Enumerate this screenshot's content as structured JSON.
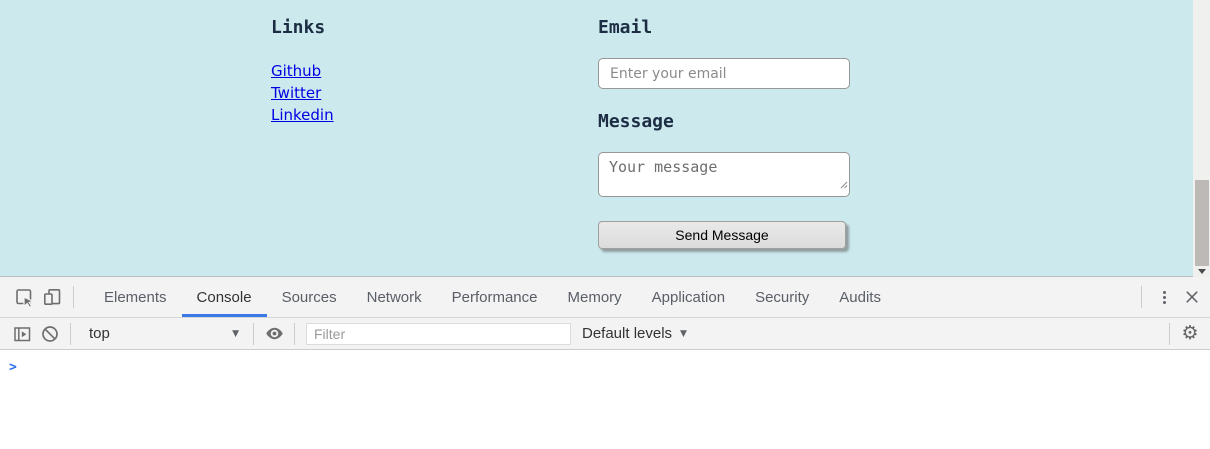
{
  "page": {
    "links": {
      "heading": "Links",
      "items": [
        {
          "label": "Github"
        },
        {
          "label": "Twitter"
        },
        {
          "label": "Linkedin"
        }
      ]
    },
    "form": {
      "email_heading": "Email",
      "email_placeholder": "Enter your email",
      "message_heading": "Message",
      "message_placeholder": "Your message",
      "submit_label": "Send Message"
    }
  },
  "devtools": {
    "tabs": [
      {
        "label": "Elements"
      },
      {
        "label": "Console"
      },
      {
        "label": "Sources"
      },
      {
        "label": "Network"
      },
      {
        "label": "Performance"
      },
      {
        "label": "Memory"
      },
      {
        "label": "Application"
      },
      {
        "label": "Security"
      },
      {
        "label": "Audits"
      }
    ],
    "active_tab": "Console",
    "toolbar": {
      "context_selected": "top",
      "filter_placeholder": "Filter",
      "log_level": "Default levels",
      "dropdown_arrow": "▼"
    },
    "console": {
      "prompt": ">"
    },
    "icons": {
      "gear": "⚙"
    }
  },
  "colors": {
    "page_background": "#cce9ee",
    "heading": "#1d2e44",
    "link": "#0000e4",
    "active_tab_accent": "#3b78e7",
    "devtools_background": "#f3f3f3",
    "console_prompt": "#2a6de5"
  }
}
